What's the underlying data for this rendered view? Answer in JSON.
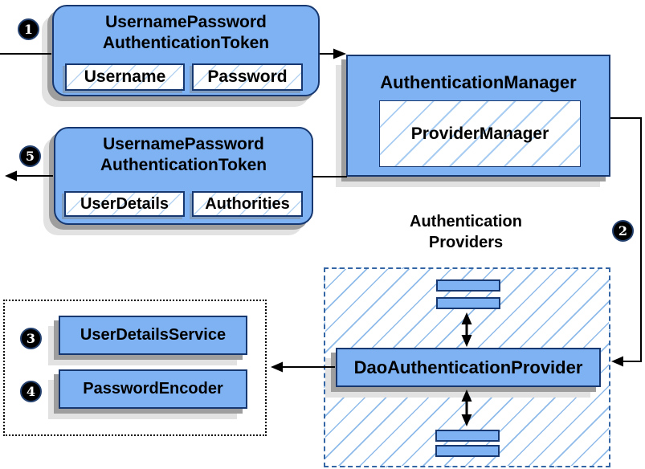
{
  "flow": {
    "step1_badge": "1",
    "step2_badge": "2",
    "step3_badge": "3",
    "step4_badge": "4",
    "step5_badge": "5",
    "request_token": {
      "title_line1": "UsernamePassword",
      "title_line2": "AuthenticationToken",
      "field1": "Username",
      "field2": "Password"
    },
    "authentication_manager": {
      "title": "AuthenticationManager",
      "provider_manager": "ProviderManager"
    },
    "response_token": {
      "title_line1": "UsernamePassword",
      "title_line2": "AuthenticationToken",
      "field1": "UserDetails",
      "field2": "Authorities"
    },
    "providers_group": {
      "label_line1": "Authentication",
      "label_line2": "Providers",
      "dao_provider": "DaoAuthenticationProvider"
    },
    "support_group": {
      "user_details_service": "UserDetailsService",
      "password_encoder": "PasswordEncoder"
    }
  },
  "colors": {
    "node_fill": "#7fb2f2",
    "node_border": "#16376f",
    "hatch_line": "#9cc3ee",
    "dashed_region_border": "#3466a5",
    "dotted_region_border": "#000000",
    "shadow_dark": "#9e9e9e",
    "shadow_light": "#e2e2e2",
    "connector": "#000000",
    "badge_fill": "#000000",
    "badge_text": "#ffffff"
  }
}
